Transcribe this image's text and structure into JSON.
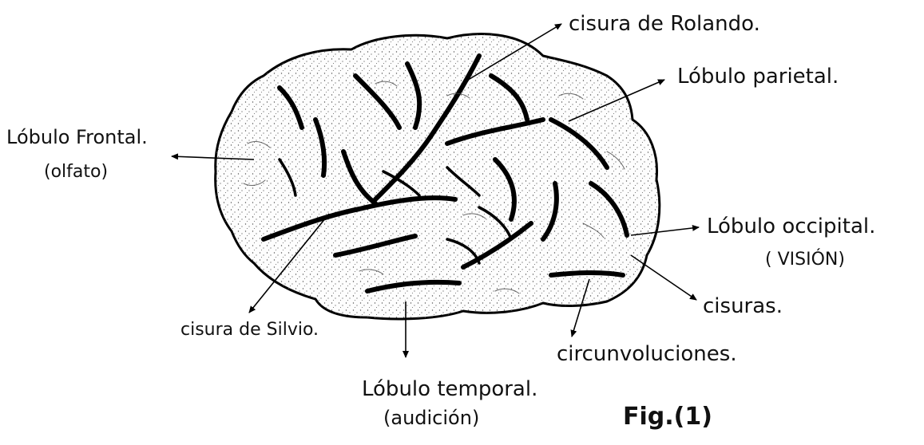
{
  "labels": {
    "rolando": "cisura de Rolando.",
    "parietal": "Lóbulo parietal.",
    "frontal": "Lóbulo Frontal.",
    "frontal_sub": "(olfato)",
    "occipital": "Lóbulo occipital.",
    "occipital_sub": "( VISIÓN)",
    "cisuras": "cisuras.",
    "silvio": "cisura de Silvio.",
    "circunvoluciones": "circunvoluciones.",
    "temporal": "Lóbulo temporal.",
    "temporal_sub": "(audición)",
    "figure": "Fig.(1)"
  }
}
